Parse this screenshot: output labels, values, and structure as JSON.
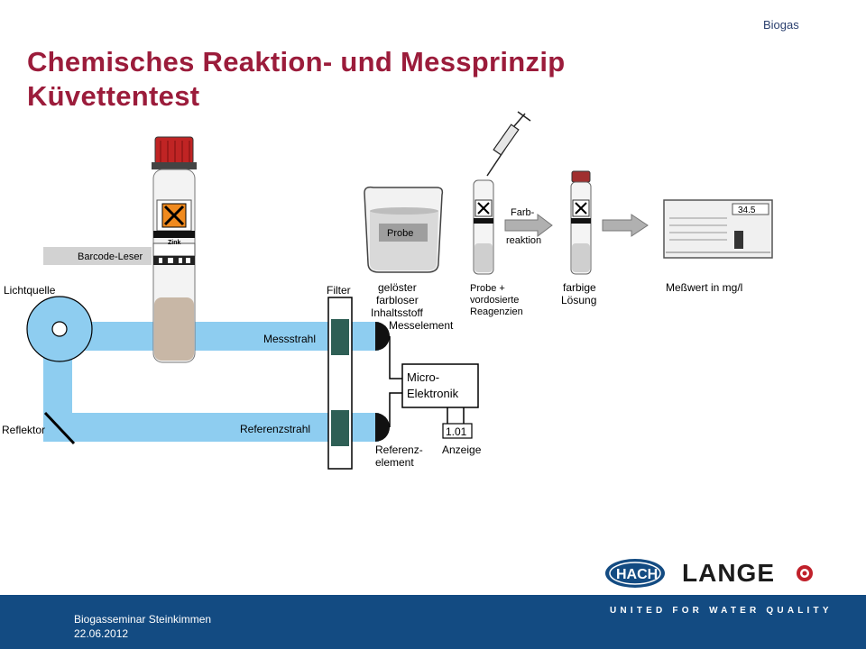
{
  "header": {
    "topic": "Biogas",
    "title_line1": "Chemisches Reaktion- und Messprinzip",
    "title_line2": "Küvettentest"
  },
  "diagram": {
    "barcode_reader": "Barcode-Leser",
    "light_source": "Lichtquelle",
    "reflector": "Reflektor",
    "filter": "Filter",
    "measuring_beam": "Messstrahl",
    "reference_beam": "Referenzstrahl",
    "measuring_element": "Messelement",
    "reference_element_1": "Referenz-",
    "reference_element_2": "element",
    "micro_1": "Micro-",
    "micro_2": "Elektronik",
    "display_value": "1.01",
    "display_label": "Anzeige",
    "vial_label": "Zink"
  },
  "process": {
    "beaker_label": "Probe",
    "step1_line1": "gelöster",
    "step1_line2": "farbloser",
    "step1_line3": "Inhaltsstoff",
    "step2_line1": "Probe +",
    "step2_line2": "vordosierte",
    "step2_line3": "Reagenzien",
    "arrow_line1": "Farb-",
    "arrow_line2": "reaktion",
    "step3_line1": "farbige",
    "step3_line2": "Lösung",
    "step4": "Meßwert in mg/l",
    "screen_value": "34.5"
  },
  "brand": {
    "hach": "HACH",
    "lange": "LANGE",
    "tagline": "UNITED FOR WATER QUALITY"
  },
  "footer": {
    "event": "Biogasseminar  Steinkimmen",
    "date": "22.06.2012"
  },
  "colors": {
    "title": "#9b1c3b",
    "beam": "#8ecdf0",
    "footer": "#134b82",
    "filter_block": "#2e5f55"
  }
}
